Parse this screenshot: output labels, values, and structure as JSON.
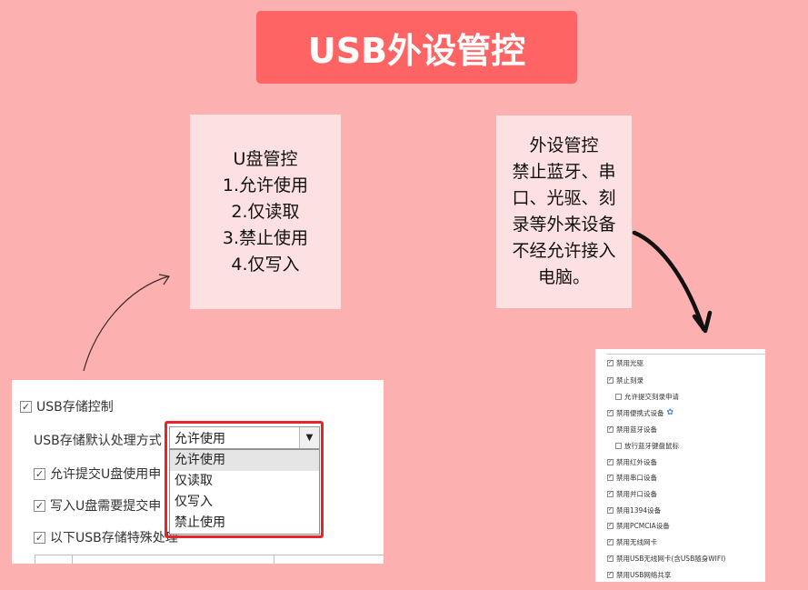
{
  "banner": {
    "title": "USB外设管控"
  },
  "card_left": {
    "lines": [
      "U盘管控",
      "1.允许使用",
      "2.仅读取",
      "3.禁止使用",
      "4.仅写入"
    ]
  },
  "card_right": {
    "lines": [
      "外设管控",
      "禁止蓝牙、串",
      "口、光驱、刻",
      "录等外来设备",
      "不经允许接入",
      "电脑。"
    ]
  },
  "usb_panel": {
    "storage_control_label": "USB存储控制",
    "default_mode_label": "USB存储默认处理方式",
    "selected_value": "允许使用",
    "options": [
      "允许使用",
      "仅读取",
      "仅写入",
      "禁止使用"
    ],
    "apply_u_disk_label": "允许提交U盘使用申",
    "write_apply_label": "写入U盘需要提交申",
    "special_rules_label": "以下USB存储特殊处理"
  },
  "peripheral_panel": {
    "items": [
      {
        "label": "禁用光驱",
        "checked": true,
        "indent": false
      },
      {
        "label": "禁止刻录",
        "checked": true,
        "indent": false
      },
      {
        "label": "允许提交刻录申请",
        "checked": false,
        "indent": true
      },
      {
        "label": "禁用便携式设备",
        "checked": true,
        "indent": false,
        "gear": true
      },
      {
        "label": "禁用蓝牙设备",
        "checked": true,
        "indent": false
      },
      {
        "label": "放行蓝牙键盘鼠标",
        "checked": false,
        "indent": true
      },
      {
        "label": "禁用红外设备",
        "checked": true,
        "indent": false
      },
      {
        "label": "禁用串口设备",
        "checked": true,
        "indent": false
      },
      {
        "label": "禁用并口设备",
        "checked": true,
        "indent": false
      },
      {
        "label": "禁用1394设备",
        "checked": true,
        "indent": false
      },
      {
        "label": "禁用PCMCIA设备",
        "checked": true,
        "indent": false
      },
      {
        "label": "禁用无线网卡",
        "checked": true,
        "indent": false
      },
      {
        "label": "禁用USB无线网卡(含USB随身WIFI)",
        "checked": true,
        "indent": false
      },
      {
        "label": "禁用USB网络共享",
        "checked": true,
        "indent": false
      }
    ]
  },
  "colors": {
    "background": "#fdb0b0",
    "banner": "#fe6464",
    "card": "#fde1e2",
    "highlight": "#e8242b"
  }
}
